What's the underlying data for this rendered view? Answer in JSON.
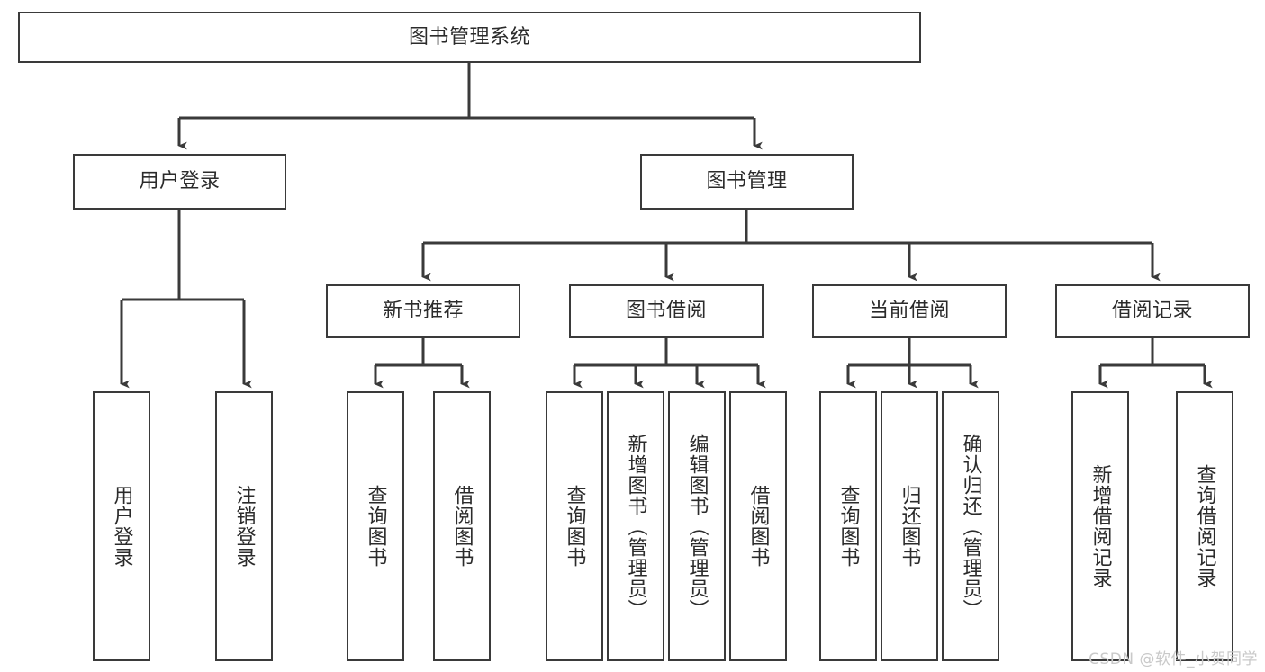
{
  "diagram": {
    "type": "tree-hierarchy",
    "title": "图书管理系统",
    "orientation": "top-down",
    "edge_style": "orthogonal-arrow",
    "colors": {
      "box_stroke": "#3a3a3a",
      "box_fill": "#ffffff",
      "text": "#2b2b2b",
      "connector": "#3a3a3a",
      "watermark": "#c9c9c9",
      "background": "#ffffff"
    },
    "levels": [
      {
        "level": 1,
        "nodes": [
          {
            "id": "root",
            "label": "图书管理系统",
            "orientation": "horizontal"
          }
        ]
      },
      {
        "level": 2,
        "nodes": [
          {
            "id": "login",
            "label": "用户登录",
            "orientation": "horizontal",
            "parent": "root"
          },
          {
            "id": "bookmgmt",
            "label": "图书管理",
            "orientation": "horizontal",
            "parent": "root"
          }
        ]
      },
      {
        "level": 3,
        "nodes": [
          {
            "id": "newbook",
            "label": "新书推荐",
            "orientation": "horizontal",
            "parent": "bookmgmt"
          },
          {
            "id": "borrow",
            "label": "图书借阅",
            "orientation": "horizontal",
            "parent": "bookmgmt"
          },
          {
            "id": "current",
            "label": "当前借阅",
            "orientation": "horizontal",
            "parent": "bookmgmt"
          },
          {
            "id": "records",
            "label": "借阅记录",
            "orientation": "horizontal",
            "parent": "bookmgmt"
          }
        ]
      },
      {
        "level": 4,
        "nodes": [
          {
            "id": "leaf1",
            "label": "用户登录",
            "orientation": "vertical",
            "parent": "login"
          },
          {
            "id": "leaf2",
            "label": "注销登录",
            "orientation": "vertical",
            "parent": "login"
          },
          {
            "id": "leaf3",
            "label": "查询图书",
            "orientation": "vertical",
            "parent": "newbook"
          },
          {
            "id": "leaf4",
            "label": "借阅图书",
            "orientation": "vertical",
            "parent": "newbook"
          },
          {
            "id": "leaf5",
            "label": "查询图书",
            "orientation": "vertical",
            "parent": "borrow"
          },
          {
            "id": "leaf6",
            "label": "新增图书（管理员）",
            "orientation": "vertical",
            "parent": "borrow"
          },
          {
            "id": "leaf7",
            "label": "编辑图书（管理员）",
            "orientation": "vertical",
            "parent": "borrow"
          },
          {
            "id": "leaf8",
            "label": "借阅图书",
            "orientation": "vertical",
            "parent": "borrow"
          },
          {
            "id": "leaf9",
            "label": "查询图书",
            "orientation": "vertical",
            "parent": "current"
          },
          {
            "id": "leaf10",
            "label": "归还图书",
            "orientation": "vertical",
            "parent": "current"
          },
          {
            "id": "leaf11",
            "label": "确认归还（管理员）",
            "orientation": "vertical",
            "parent": "current"
          },
          {
            "id": "leaf12",
            "label": "新增借阅记录",
            "orientation": "vertical",
            "parent": "records"
          },
          {
            "id": "leaf13",
            "label": "查询借阅记录",
            "orientation": "vertical",
            "parent": "records"
          }
        ]
      }
    ]
  },
  "watermark": {
    "text": "CSDN @软件_小贺同学"
  }
}
